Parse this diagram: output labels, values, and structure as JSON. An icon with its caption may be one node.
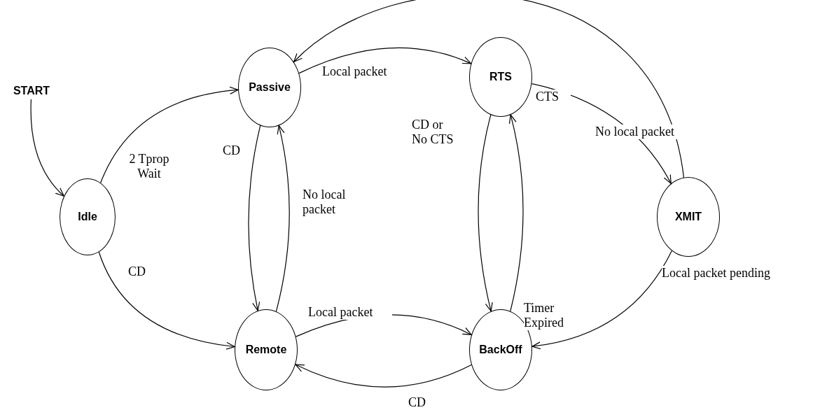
{
  "diagram": {
    "nodes": [
      {
        "text": [
          "START"
        ]
      },
      {
        "text": [
          "Idle"
        ]
      },
      {
        "text": [
          "Passive"
        ]
      },
      {
        "text": [
          "Remote"
        ]
      },
      {
        "text": [
          "RTS"
        ]
      },
      {
        "text": [
          "BackOff"
        ]
      },
      {
        "text": [
          "XMIT"
        ]
      }
    ],
    "edges": [
      {
        "from": 0,
        "to": 1,
        "arrow": "to"
      },
      {
        "from": 1,
        "to": 2,
        "arrow": "to",
        "label": "2 Tprop Wait"
      },
      {
        "from": 1,
        "to": 3,
        "arrow": "to",
        "label": "CD"
      },
      {
        "from": 2,
        "to": 3,
        "arrow": "to",
        "label": "CD"
      },
      {
        "from": 3,
        "to": 2,
        "arrow": "to",
        "label": "No local packet"
      },
      {
        "from": 2,
        "to": 4,
        "arrow": "to",
        "label": "Local packet"
      },
      {
        "from": 3,
        "to": 5,
        "arrow": "to",
        "label": "Local packet"
      },
      {
        "from": 5,
        "to": 3,
        "arrow": "to",
        "label": "CD"
      },
      {
        "from": 4,
        "to": 5,
        "arrow": "to",
        "label": "CD or No CTS"
      },
      {
        "from": 5,
        "to": 4,
        "arrow": "to",
        "label": "Timer Expired"
      },
      {
        "from": 4,
        "to": 6,
        "arrow": "to",
        "label": "CTS"
      },
      {
        "from": 6,
        "to": 2,
        "arrow": "to",
        "label": "No local packet"
      },
      {
        "from": 6,
        "to": 5,
        "arrow": "to",
        "label": "Local packet pending"
      }
    ]
  }
}
